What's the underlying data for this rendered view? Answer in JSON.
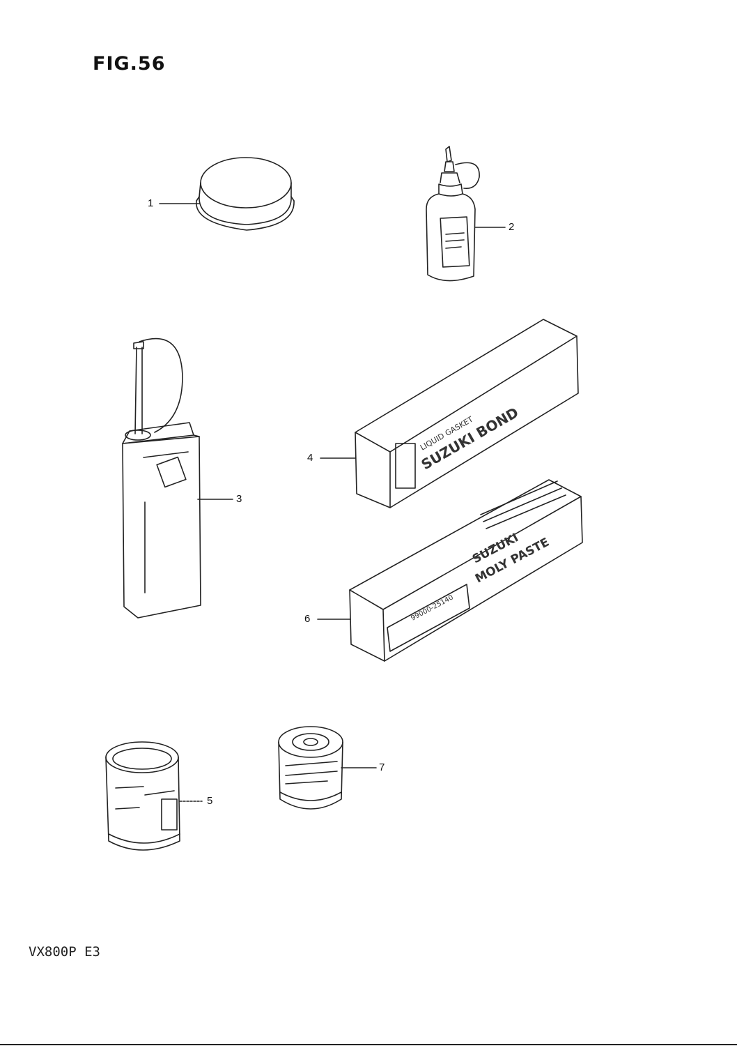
{
  "figure": {
    "title": "FIG.56",
    "model_code": "VX800P E3"
  },
  "callouts": [
    {
      "id": 1,
      "label": "1"
    },
    {
      "id": 2,
      "label": "2"
    },
    {
      "id": 3,
      "label": "3"
    },
    {
      "id": 4,
      "label": "4"
    },
    {
      "id": 5,
      "label": "5"
    },
    {
      "id": 6,
      "label": "6"
    },
    {
      "id": 7,
      "label": "7"
    }
  ],
  "package_text": {
    "bond_line1": "LIQUID GASKET",
    "bond_line2": "SUZUKI BOND",
    "paste_line1": "SUZUKI",
    "paste_line2": "MOLY PASTE",
    "paste_code": "99000-25140"
  }
}
